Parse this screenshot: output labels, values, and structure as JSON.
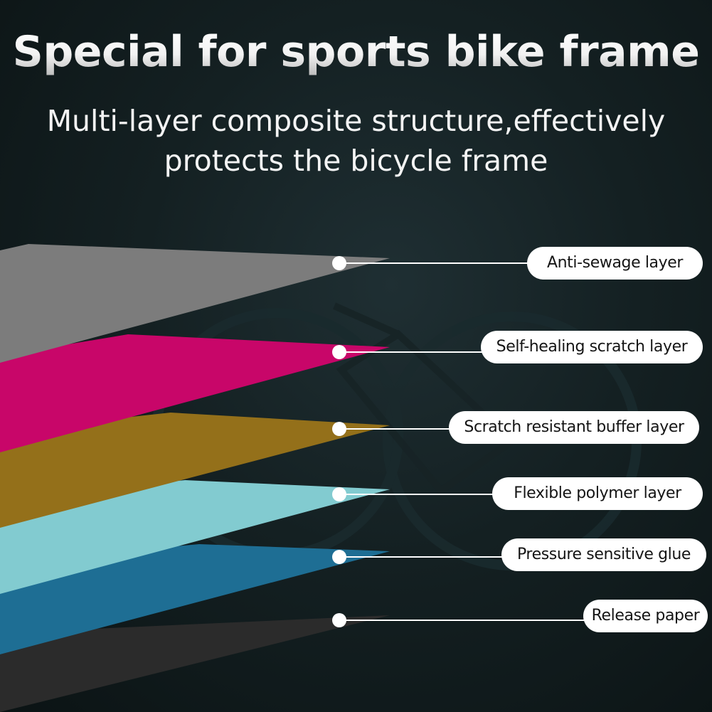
{
  "header": {
    "title": "Special for sports bike frame",
    "subtitle_line1": "Multi-layer composite structure,effectively",
    "subtitle_line2": "protects the bicycle frame"
  },
  "layers": [
    {
      "label": "Anti-sewage layer",
      "color": "#7c7c7c"
    },
    {
      "label": "Self-healing scratch layer",
      "color": "#c80669"
    },
    {
      "label": "Scratch resistant buffer layer",
      "color": "#94701a"
    },
    {
      "label": "Flexible polymer layer",
      "color": "#82cbd0"
    },
    {
      "label": "Pressure sensitive glue",
      "color": "#1e6e94"
    },
    {
      "label": "Release paper",
      "color": "#2b2b2b"
    }
  ]
}
